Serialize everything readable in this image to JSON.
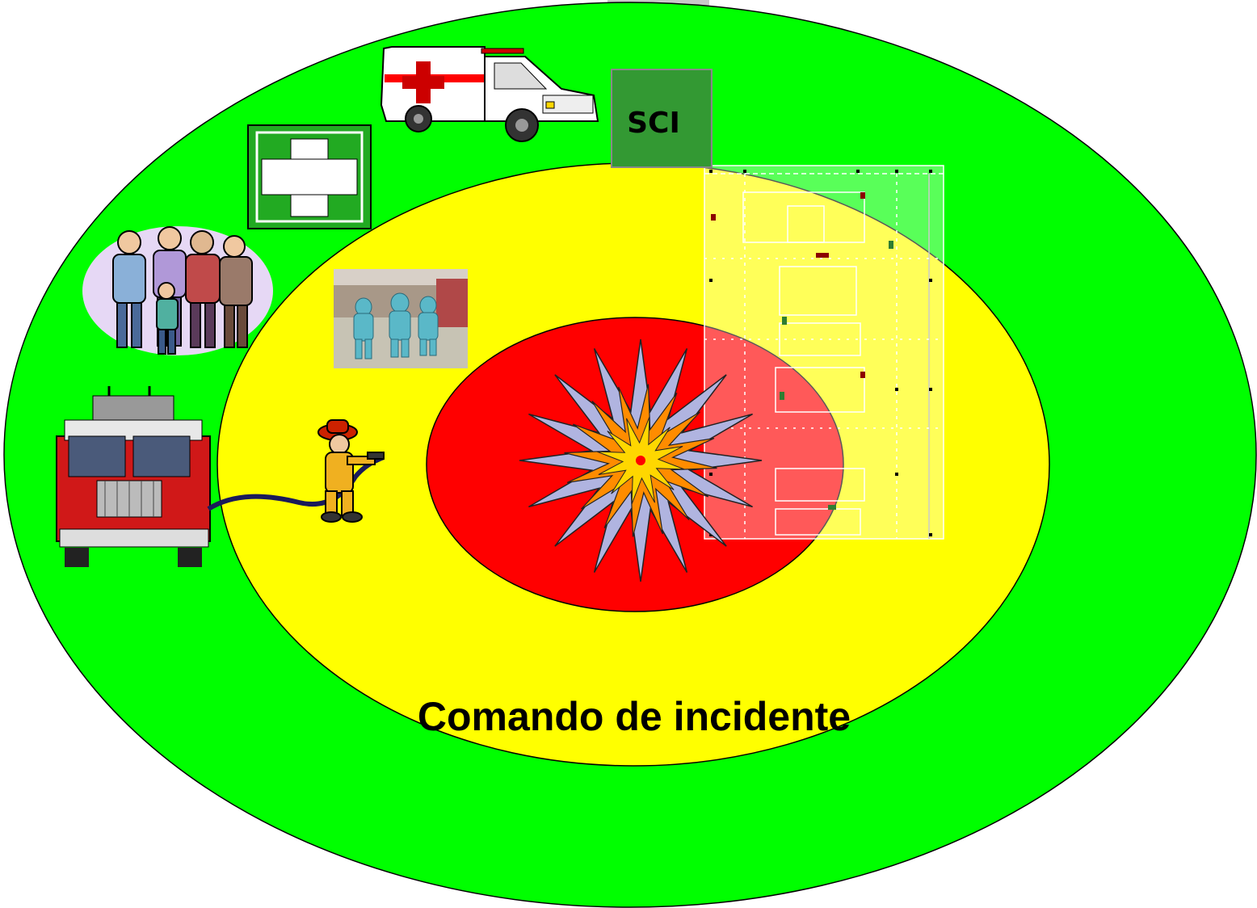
{
  "diagram": {
    "zones": [
      {
        "name": "outer",
        "color": "#00ff00"
      },
      {
        "name": "middle",
        "color": "#ffff00"
      },
      {
        "name": "inner",
        "color": "#ff0000"
      }
    ],
    "command_post_label": "SCI",
    "command_post_color": "#339933",
    "first_aid_color": "#22aa22",
    "caption": "Comando de incidente"
  }
}
